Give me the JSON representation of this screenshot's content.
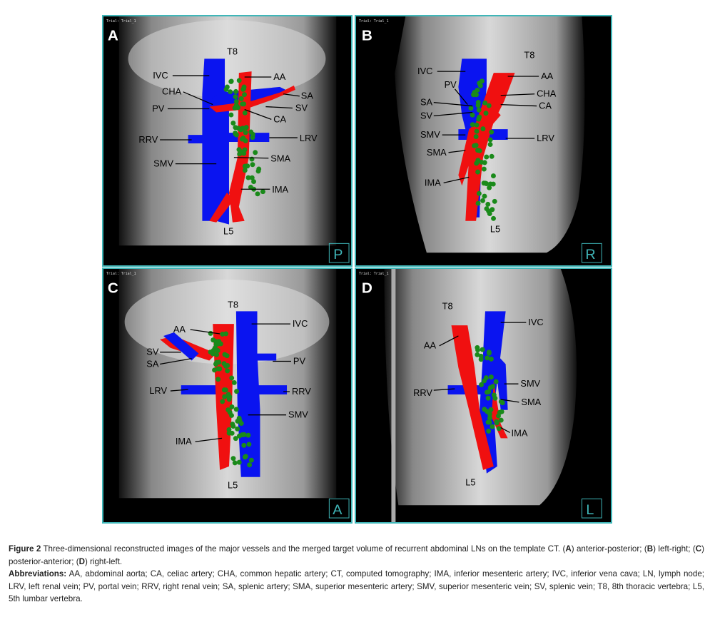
{
  "trial_label": "Trial: Trial_1",
  "panels": {
    "A": {
      "letter": "A",
      "view": "P",
      "labels": {
        "T8": "T8",
        "IVC": "IVC",
        "CHA": "CHA",
        "PV": "PV",
        "RRV": "RRV",
        "SMV": "SMV",
        "AA": "AA",
        "SA": "SA",
        "SV": "SV",
        "CA": "CA",
        "LRV": "LRV",
        "SMA": "SMA",
        "IMA": "IMA",
        "L5": "L5"
      }
    },
    "B": {
      "letter": "B",
      "view": "R",
      "labels": {
        "T8": "T8",
        "IVC": "IVC",
        "PV": "PV",
        "SA": "SA",
        "SV": "SV",
        "SMV": "SMV",
        "SMA": "SMA",
        "IMA": "IMA",
        "AA": "AA",
        "CHA": "CHA",
        "CA": "CA",
        "LRV": "LRV",
        "L5": "L5"
      }
    },
    "C": {
      "letter": "C",
      "view": "A",
      "labels": {
        "T8": "T8",
        "AA": "AA",
        "SV": "SV",
        "SA": "SA",
        "LRV": "LRV",
        "IMA": "IMA",
        "IVC": "IVC",
        "PV": "PV",
        "RRV": "RRV",
        "SMV": "SMV",
        "L5": "L5"
      }
    },
    "D": {
      "letter": "D",
      "view": "L",
      "labels": {
        "T8": "T8",
        "AA": "AA",
        "RRV": "RRV",
        "IVC": "IVC",
        "SMV": "SMV",
        "SMA": "SMA",
        "IMA": "IMA",
        "L5": "L5"
      }
    }
  },
  "colors": {
    "vein": "#0a14f0",
    "artery": "#f01010",
    "lymph_node": "#1a8a1a",
    "border": "#3fb6b8"
  },
  "caption": {
    "figure_label": "Figure 2",
    "text_1": " Three-dimensional reconstructed images of the major vessels and the merged target volume of recurrent abdominal LNs on the template CT. (",
    "a": "A",
    "text_2": ") anterior-posterior; (",
    "b": "B",
    "text_3": ") left-right; (",
    "c": "C",
    "text_4": ") posterior-anterior; (",
    "d": "D",
    "text_5": ") right-left.",
    "abbr_label": "Abbreviations:",
    "abbr_text": " AA, abdominal aorta; CA, celiac artery; CHA, common hepatic artery; CT, computed tomography; IMA, inferior mesenteric artery; IVC, inferior vena cava; LN, lymph node; LRV, left renal vein; PV, portal vein; RRV, right renal vein; SA, splenic artery; SMA, superior mesenteric artery; SMV, superior mesenteric vein; SV, splenic vein; T8, 8th thoracic vertebra; L5, 5th lumbar vertebra."
  }
}
